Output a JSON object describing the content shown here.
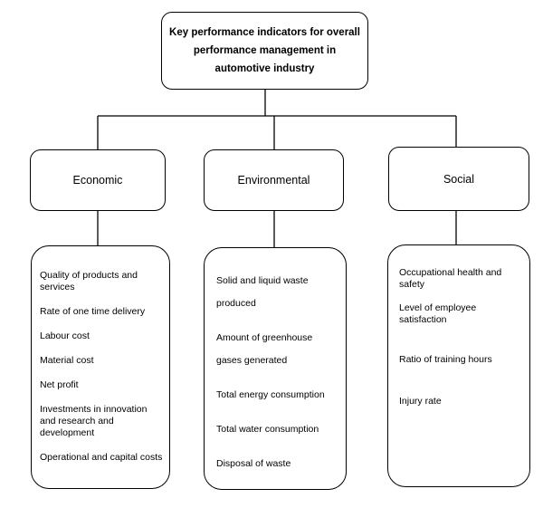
{
  "root": {
    "title": "Key performance indicators for overall performance management in automotive industry"
  },
  "categories": [
    {
      "label": "Economic",
      "items": [
        "Quality of products and services",
        "Rate of one time delivery",
        "Labour cost",
        "Material cost",
        "Net profit",
        "Investments in innovation and research and development",
        "Operational and capital costs"
      ]
    },
    {
      "label": "Environmental",
      "items": [
        "Solid and liquid waste produced",
        "Amount of greenhouse gases generated",
        "Total energy consumption",
        "Total water consumption",
        "Disposal of waste"
      ]
    },
    {
      "label": "Social",
      "items": [
        "Occupational health and safety",
        "Level of employee satisfaction",
        "Ratio of training hours",
        "Injury rate"
      ]
    }
  ]
}
